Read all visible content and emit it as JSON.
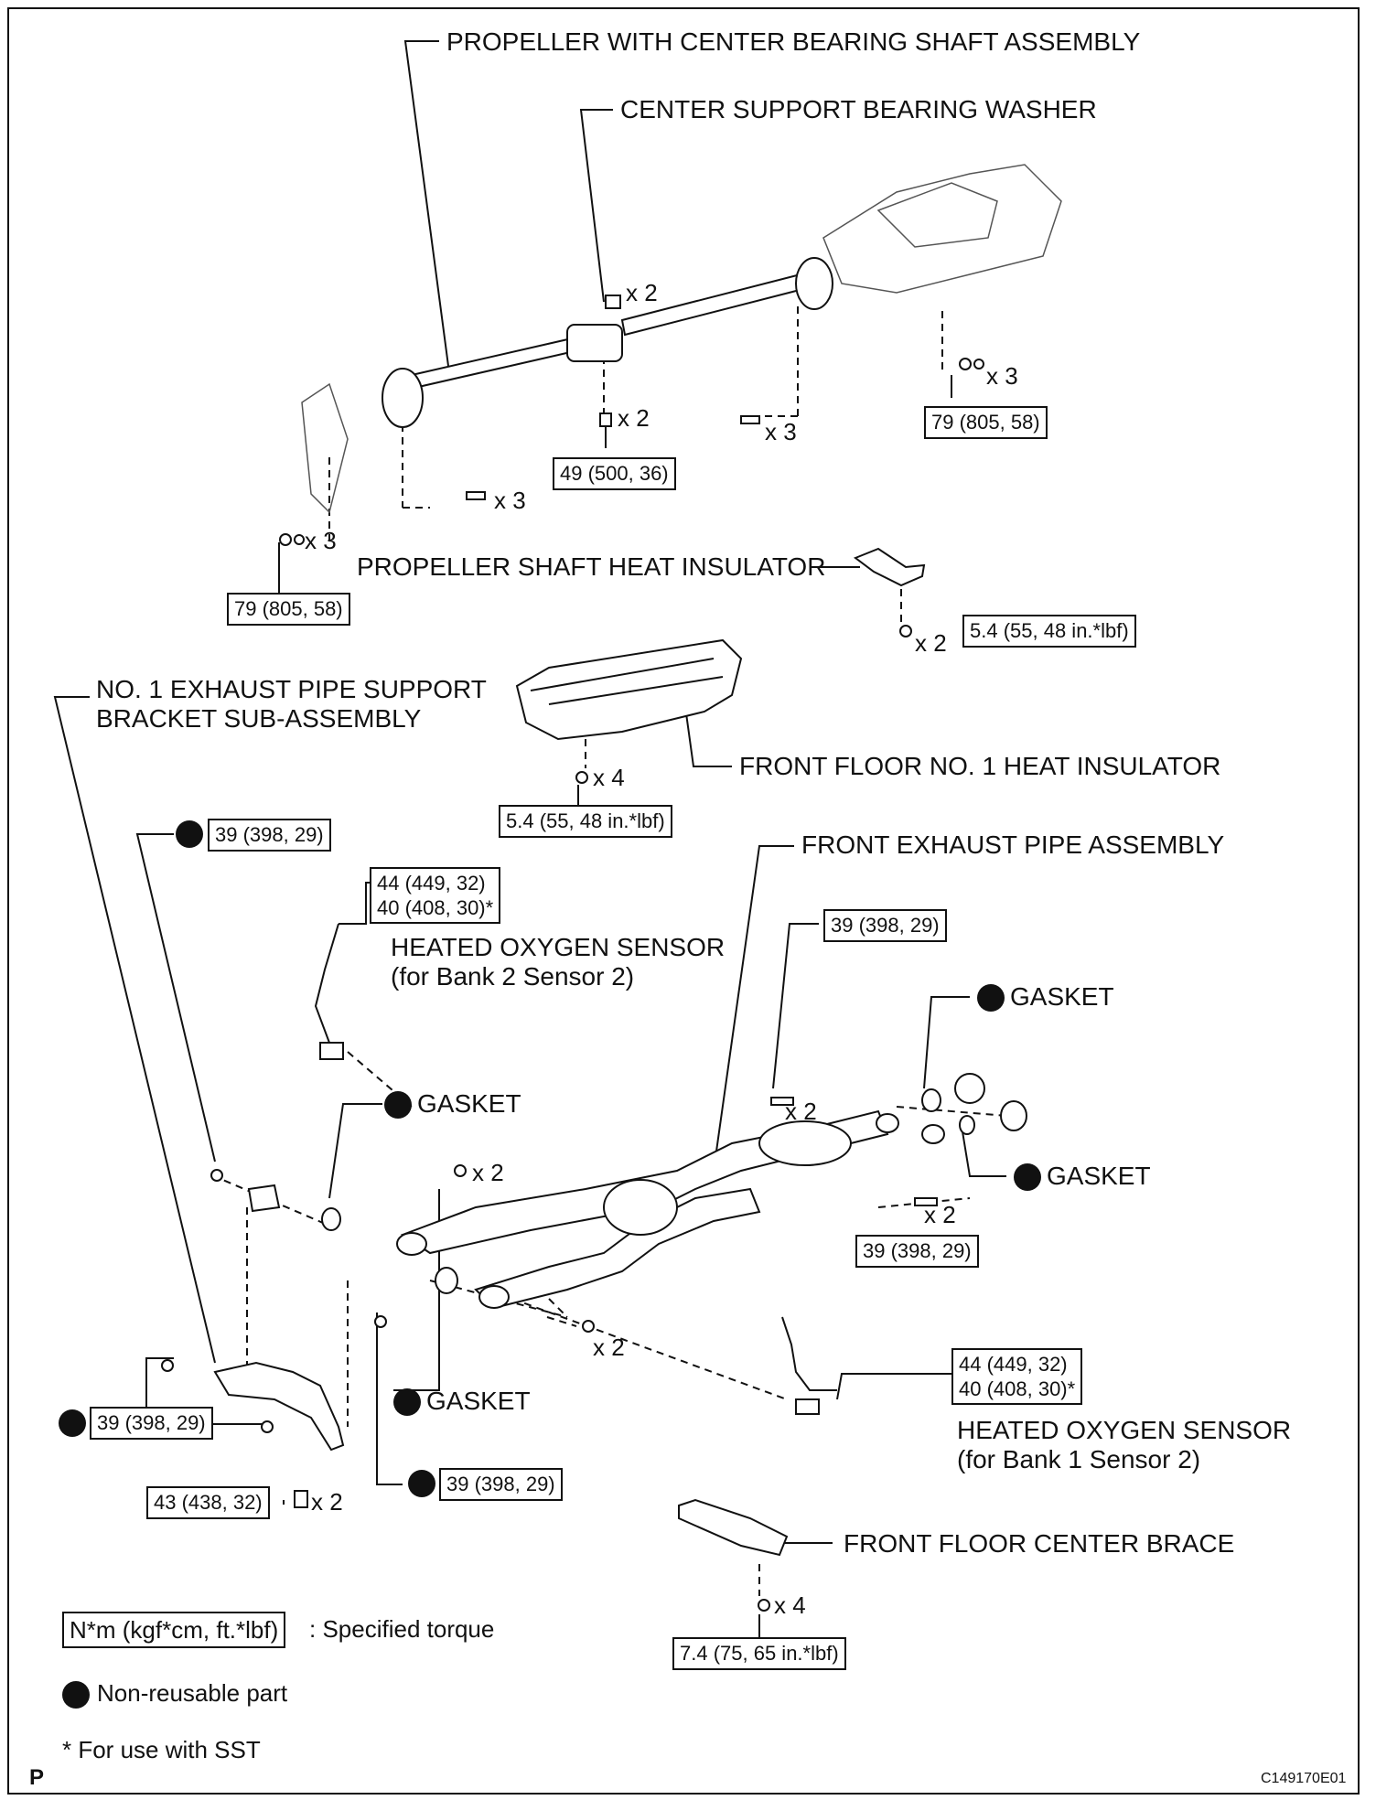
{
  "labels": {
    "propeller_shaft": "PROPELLER WITH CENTER BEARING SHAFT ASSEMBLY",
    "center_washer": "CENTER SUPPORT BEARING WASHER",
    "heat_insulator": "PROPELLER SHAFT HEAT INSULATOR",
    "support_bracket_1": "NO. 1 EXHAUST PIPE SUPPORT",
    "support_bracket_2": "BRACKET SUB-ASSEMBLY",
    "floor_insulator": "FRONT FLOOR NO. 1 HEAT INSULATOR",
    "front_pipe": "FRONT EXHAUST PIPE ASSEMBLY",
    "sensor_bank2": "HEATED OXYGEN SENSOR",
    "sensor_bank2_sub": "(for Bank 2 Sensor 2)",
    "sensor_bank1": "HEATED OXYGEN SENSOR",
    "sensor_bank1_sub": "(for Bank 1 Sensor 2)",
    "gasket_a": "GASKET",
    "gasket_b": "GASKET",
    "gasket_c": "GASKET",
    "gasket_d": "GASKET",
    "center_brace": "FRONT FLOOR CENTER BRACE"
  },
  "torques": {
    "t79_right": "79 (805, 58)",
    "t49": "49 (500, 36)",
    "t79_left": "79 (805, 58)",
    "t54_insulator": "5.4 (55, 48 in.*lbf)",
    "t54_floor": "5.4 (55, 48 in.*lbf)",
    "t39_left_top": "39 (398, 29)",
    "t44_b2": "44 (449, 32)",
    "t40_b2": "40 (408, 30)*",
    "t39_pipe_top": "39 (398, 29)",
    "t39_pipe_right": "39 (398, 29)",
    "t39_bracket": "39 (398, 29)",
    "t39_center": "39 (398, 29)",
    "t43": "43 (438, 32)",
    "t44_b1": "44 (449, 32)",
    "t40_b1": "40 (408, 30)*",
    "t74_brace": "7.4 (75, 65 in.*lbf)"
  },
  "quantities": {
    "q_washer": "x 2",
    "q_bolt_center": "x 2",
    "q_bolt_mid": "x 3",
    "q_nut_right": "x 3",
    "q_bolt_left": "x 3",
    "q_nut_left": "x 3",
    "q_insulator": "x 2",
    "q_floor": "x 4",
    "q_pipe_top": "x 2",
    "q_pipe_center": "x 2",
    "q_pipe_right": "x 2",
    "q_pipe_lower": "x 2",
    "q_bracket_bolt": "x 2",
    "q_brace": "x 4"
  },
  "legend": {
    "torque_box": "N*m (kgf*cm, ft.*lbf)",
    "torque_text": ": Specified torque",
    "nonreusable": "Non-reusable part",
    "sst": "* For use with SST"
  },
  "footer": {
    "corner": "P",
    "code": "C149170E01"
  }
}
